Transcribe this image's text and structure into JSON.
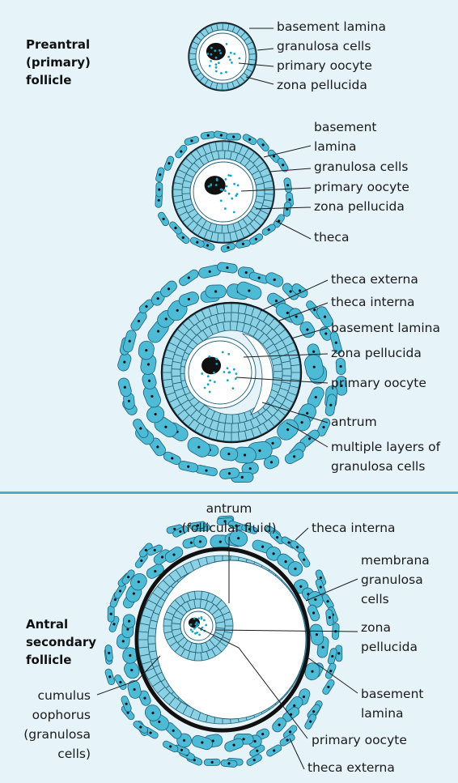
{
  "colors": {
    "panel_background": "#e6f3f9",
    "divider": "#4aaed3",
    "granulosa_fill": "#8cd0e3",
    "cell_outline": "#1d5f78",
    "theca_fill": "#4dbad6",
    "zona_fill": "#ffffff",
    "oocyte_fill": "#ffffff",
    "nucleus_fill": "#111111",
    "granule_color": "#1aa3c2",
    "basement_lamina_color": "#111111"
  },
  "panel_top": {
    "title": [
      "Preantral",
      "(primary)",
      "follicle"
    ],
    "stage1_labels": [
      "basement lamina",
      "granulosa cells",
      "primary oocyte",
      "zona pellucida"
    ],
    "stage2_labels": [
      "basement",
      "lamina",
      "granulosa cells",
      "primary oocyte",
      "zona pellucida",
      "theca"
    ],
    "stage3_labels": [
      "theca externa",
      "theca interna",
      "basement lamina",
      "zona pellucida",
      "primary oocyte",
      "antrum",
      "multiple layers of",
      "granulosa cells"
    ]
  },
  "panel_bottom": {
    "title": [
      "Antral",
      "secondary",
      "follicle"
    ],
    "labels": [
      "antrum",
      "(follicular fluid)",
      "theca interna",
      "membrana",
      "granulosa",
      "cells",
      "zona",
      "pellucida",
      "basement",
      "lamina",
      "cumulus",
      "oophorus",
      "(granulosa",
      "cells)",
      "primary oocyte",
      "theca externa"
    ]
  }
}
